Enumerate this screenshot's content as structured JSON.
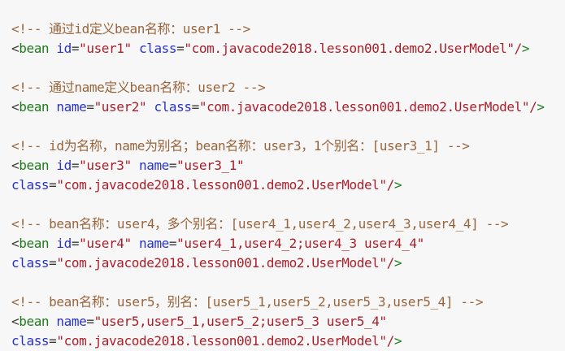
{
  "code_block": {
    "language": "xml",
    "background": "#f7f7f7",
    "colors": {
      "comment": "#99653c",
      "tag": "#1e7b1e",
      "attr": "#2832cc",
      "string": "#ab1f2b",
      "punct": "#3a3a3a",
      "plain": "#333333"
    },
    "lines": [
      [
        {
          "c": "comment",
          "t": "<!-- 通过id定义bean名称：user1 -->"
        }
      ],
      [
        {
          "c": "punct",
          "t": "<"
        },
        {
          "c": "tag",
          "t": "bean"
        },
        {
          "c": "plain",
          "t": " "
        },
        {
          "c": "attr",
          "t": "id"
        },
        {
          "c": "punct",
          "t": "="
        },
        {
          "c": "string",
          "t": "\"user1\""
        },
        {
          "c": "plain",
          "t": " "
        },
        {
          "c": "attr",
          "t": "class"
        },
        {
          "c": "punct",
          "t": "="
        },
        {
          "c": "string",
          "t": "\"com.javacode2018.lesson001.demo2.UserModel\""
        },
        {
          "c": "string",
          "t": "/"
        },
        {
          "c": "tag",
          "t": ">"
        }
      ],
      [],
      [
        {
          "c": "comment",
          "t": "<!-- 通过name定义bean名称：user2 -->"
        }
      ],
      [
        {
          "c": "punct",
          "t": "<"
        },
        {
          "c": "tag",
          "t": "bean"
        },
        {
          "c": "plain",
          "t": " "
        },
        {
          "c": "attr",
          "t": "name"
        },
        {
          "c": "punct",
          "t": "="
        },
        {
          "c": "string",
          "t": "\"user2\""
        },
        {
          "c": "plain",
          "t": " "
        },
        {
          "c": "attr",
          "t": "class"
        },
        {
          "c": "punct",
          "t": "="
        },
        {
          "c": "string",
          "t": "\"com.javacode2018.lesson001.demo2.UserModel\""
        },
        {
          "c": "string",
          "t": "/"
        },
        {
          "c": "tag",
          "t": ">"
        }
      ],
      [],
      [
        {
          "c": "comment",
          "t": "<!-- id为名称，name为别名；bean名称：user3，1个别名：[user3_1] -->"
        }
      ],
      [
        {
          "c": "punct",
          "t": "<"
        },
        {
          "c": "tag",
          "t": "bean"
        },
        {
          "c": "plain",
          "t": " "
        },
        {
          "c": "attr",
          "t": "id"
        },
        {
          "c": "punct",
          "t": "="
        },
        {
          "c": "string",
          "t": "\"user3\""
        },
        {
          "c": "plain",
          "t": " "
        },
        {
          "c": "attr",
          "t": "name"
        },
        {
          "c": "punct",
          "t": "="
        },
        {
          "c": "string",
          "t": "\"user3_1\""
        }
      ],
      [
        {
          "c": "attr",
          "t": "class"
        },
        {
          "c": "punct",
          "t": "="
        },
        {
          "c": "string",
          "t": "\"com.javacode2018.lesson001.demo2.UserModel\""
        },
        {
          "c": "string",
          "t": "/"
        },
        {
          "c": "tag",
          "t": ">"
        }
      ],
      [],
      [
        {
          "c": "comment",
          "t": "<!-- bean名称：user4，多个别名：[user4_1,user4_2,user4_3,user4_4] -->"
        }
      ],
      [
        {
          "c": "punct",
          "t": "<"
        },
        {
          "c": "tag",
          "t": "bean"
        },
        {
          "c": "plain",
          "t": " "
        },
        {
          "c": "attr",
          "t": "id"
        },
        {
          "c": "punct",
          "t": "="
        },
        {
          "c": "string",
          "t": "\"user4\""
        },
        {
          "c": "plain",
          "t": " "
        },
        {
          "c": "attr",
          "t": "name"
        },
        {
          "c": "punct",
          "t": "="
        },
        {
          "c": "string",
          "t": "\"user4_1,user4_2;user4_3 user4_4\""
        }
      ],
      [
        {
          "c": "attr",
          "t": "class"
        },
        {
          "c": "punct",
          "t": "="
        },
        {
          "c": "string",
          "t": "\"com.javacode2018.lesson001.demo2.UserModel\""
        },
        {
          "c": "string",
          "t": "/"
        },
        {
          "c": "tag",
          "t": ">"
        }
      ],
      [],
      [
        {
          "c": "comment",
          "t": "<!-- bean名称：user5，别名：[user5_1,user5_2,user5_3,user5_4] -->"
        }
      ],
      [
        {
          "c": "punct",
          "t": "<"
        },
        {
          "c": "tag",
          "t": "bean"
        },
        {
          "c": "plain",
          "t": " "
        },
        {
          "c": "attr",
          "t": "name"
        },
        {
          "c": "punct",
          "t": "="
        },
        {
          "c": "string",
          "t": "\"user5,user5_1,user5_2;user5_3 user5_4\""
        }
      ],
      [
        {
          "c": "attr",
          "t": "class"
        },
        {
          "c": "punct",
          "t": "="
        },
        {
          "c": "string",
          "t": "\"com.javacode2018.lesson001.demo2.UserModel\""
        },
        {
          "c": "string",
          "t": "/"
        },
        {
          "c": "tag",
          "t": ">"
        }
      ]
    ]
  }
}
